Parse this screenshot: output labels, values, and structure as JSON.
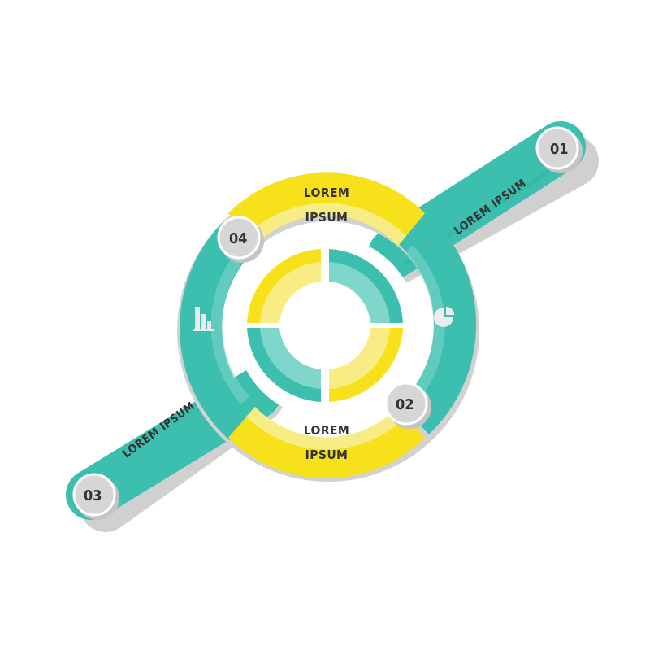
{
  "diagram": {
    "colors": {
      "teal": "#3cbfae",
      "teal_light": "#7fd6ca",
      "yellow": "#f7e11a",
      "yellow_light": "#f7ed84",
      "grey": "#d2d2d2",
      "grey_shadow": "#cfcfcf",
      "text": "#333333"
    },
    "steps": [
      {
        "number": "01",
        "text": "LOREM IPSUM"
      },
      {
        "number": "02",
        "line1": "LOREM",
        "line2": "IPSUM"
      },
      {
        "number": "03",
        "text": "LOREM IPSUM"
      },
      {
        "number": "04",
        "line1": "LOREM",
        "line2": "IPSUM"
      }
    ],
    "icons": [
      {
        "name": "bar-chart-icon"
      },
      {
        "name": "pie-chart-icon"
      }
    ]
  }
}
